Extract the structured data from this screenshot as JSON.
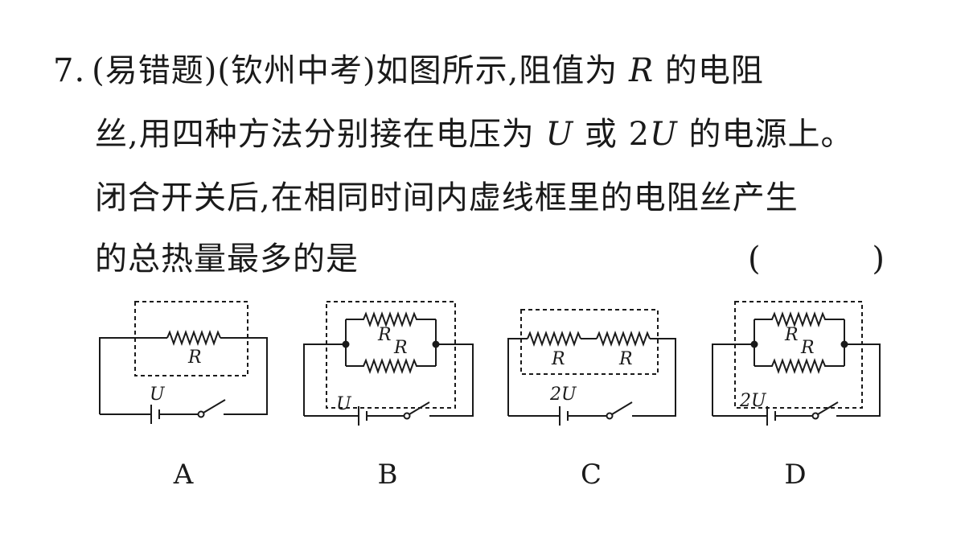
{
  "question": {
    "number": "7.",
    "line1_parts": [
      "(易错题)(钦州中考)如图所示,阻值为 ",
      "R",
      " 的电阻"
    ],
    "line2_parts": [
      "丝,用四种方法分别接在电压为 ",
      "U",
      " 或 2",
      "U",
      " 的电源上。"
    ],
    "line3": "闭合开关后,在相同时间内虚线框里的电阻丝产生",
    "line4": "的总热量最多的是",
    "answer_open": "(",
    "answer_close": ")"
  },
  "options": [
    {
      "letter": "A",
      "voltage": "U",
      "resistors": [
        "R"
      ],
      "arrangement": "single"
    },
    {
      "letter": "B",
      "voltage": "U",
      "resistors": [
        "R",
        "R"
      ],
      "arrangement": "parallel"
    },
    {
      "letter": "C",
      "voltage": "2U",
      "resistors": [
        "R",
        "R"
      ],
      "arrangement": "series"
    },
    {
      "letter": "D",
      "voltage": "2U",
      "resistors": [
        "R",
        "R"
      ],
      "arrangement": "parallel"
    }
  ]
}
